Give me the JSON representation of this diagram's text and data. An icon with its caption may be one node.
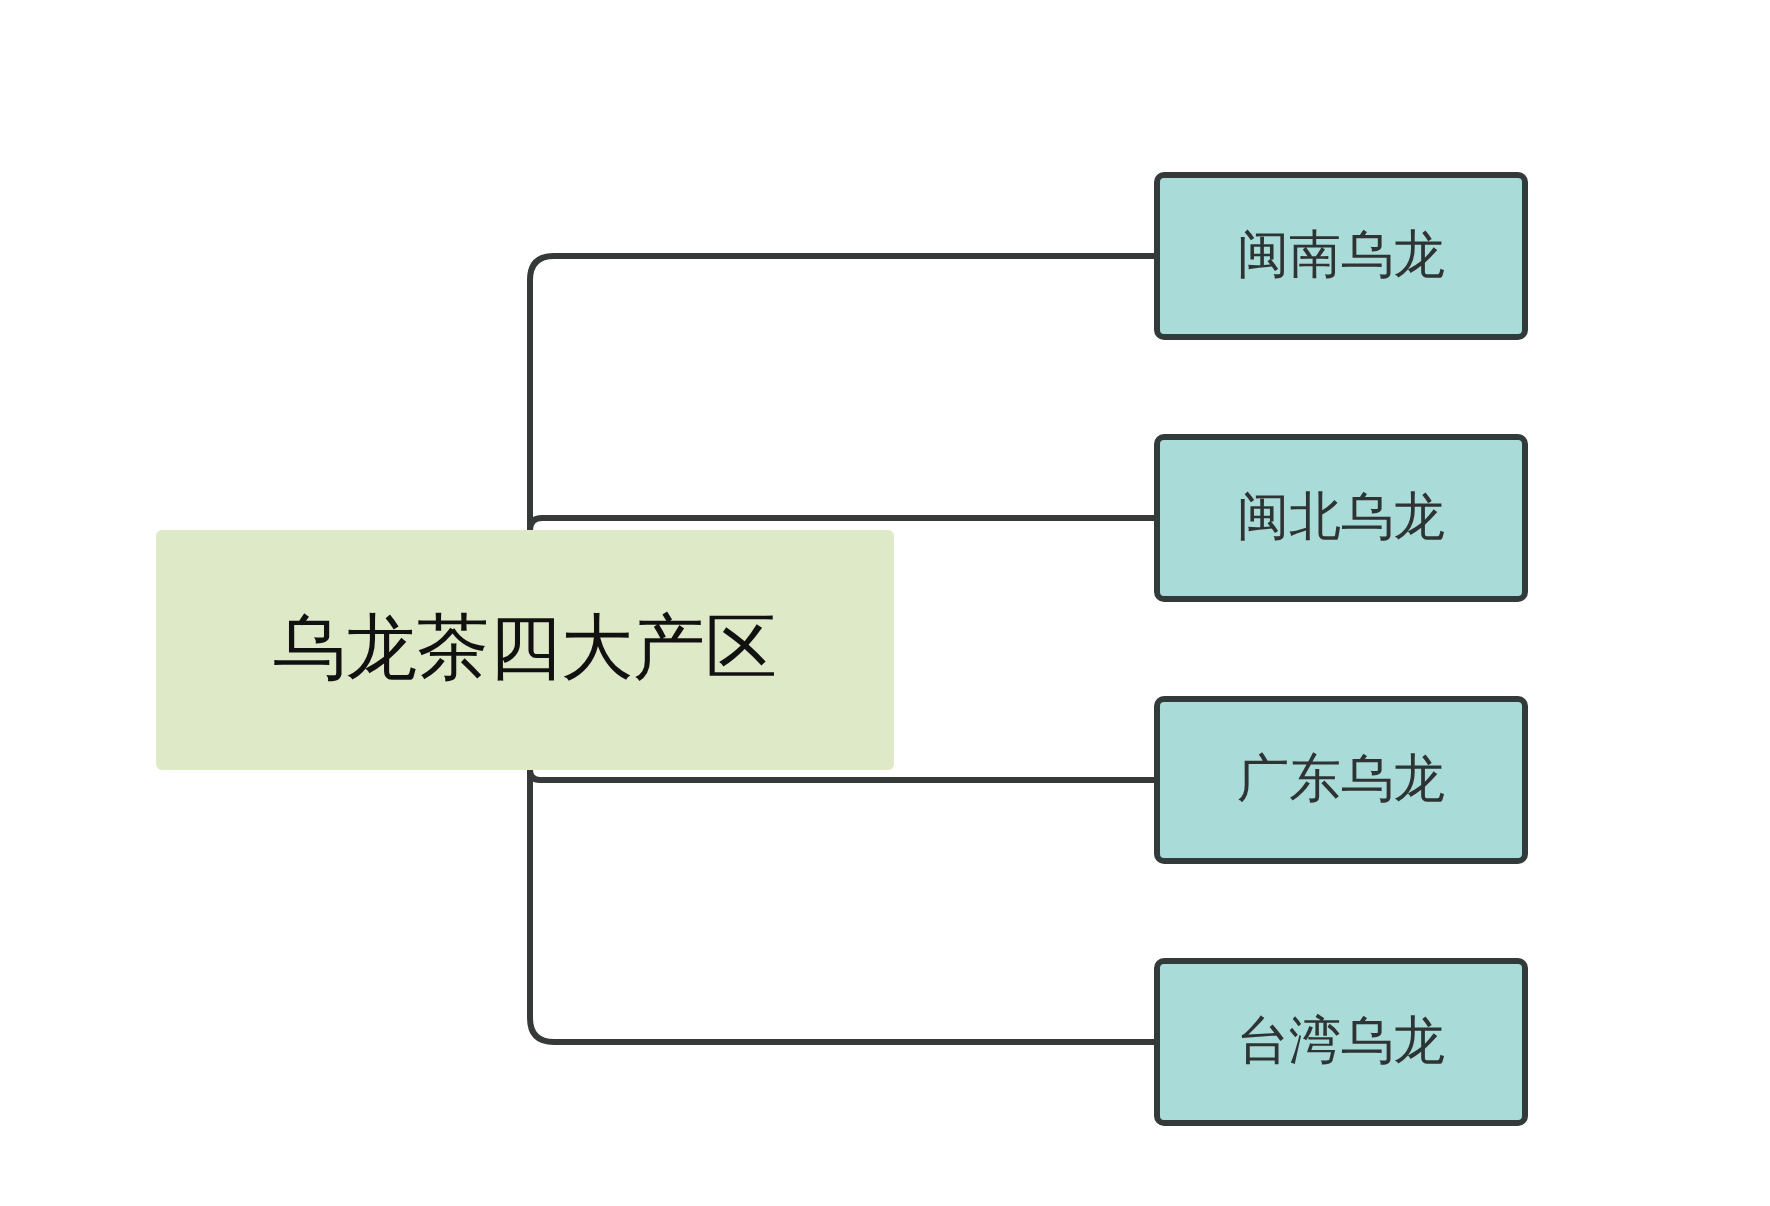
{
  "diagram": {
    "nodes": [
      {
        "text": [
          "乌龙茶四大产区"
        ]
      },
      {
        "text": [
          "闽南乌龙"
        ]
      },
      {
        "text": [
          "闽北乌龙"
        ]
      },
      {
        "text": [
          "广东乌龙"
        ]
      },
      {
        "text": [
          "台湾乌龙"
        ]
      }
    ],
    "edges": [
      {
        "from": 0,
        "to": 1,
        "arrow": "none"
      },
      {
        "from": 0,
        "to": 2,
        "arrow": "none"
      },
      {
        "from": 0,
        "to": 3,
        "arrow": "none"
      },
      {
        "from": 0,
        "to": 4,
        "arrow": "none"
      }
    ]
  }
}
